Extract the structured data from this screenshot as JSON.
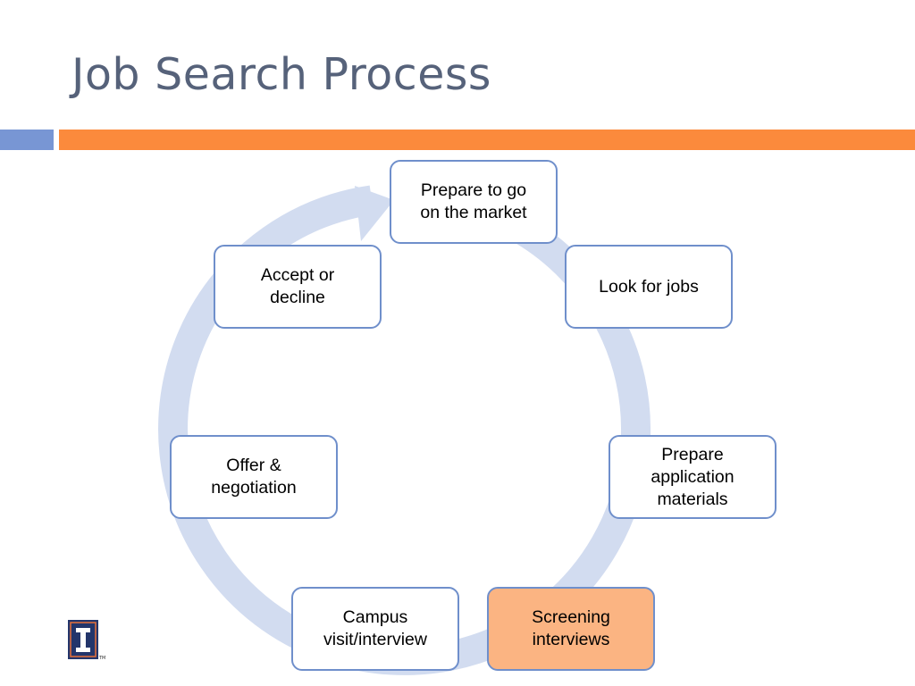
{
  "slide": {
    "title": "Job Search Process"
  },
  "cycle": {
    "nodes": [
      {
        "id": "prepare-market",
        "label": "Prepare to go\non the market",
        "highlighted": false
      },
      {
        "id": "look-jobs",
        "label": "Look for jobs",
        "highlighted": false
      },
      {
        "id": "prepare-materials",
        "label": "Prepare\napplication\nmaterials",
        "highlighted": false
      },
      {
        "id": "screening",
        "label": "Screening\ninterviews",
        "highlighted": true
      },
      {
        "id": "campus-visit",
        "label": "Campus\nvisit/interview",
        "highlighted": false
      },
      {
        "id": "offer",
        "label": "Offer &\nnegotiation",
        "highlighted": false
      },
      {
        "id": "accept",
        "label": "Accept or\ndecline",
        "highlighted": false
      }
    ]
  },
  "colors": {
    "title": "#56627a",
    "accent_blue": "#7896d4",
    "accent_orange": "#fb8a3c",
    "ring": "#d2dcf0",
    "node_border": "#6f8fcb",
    "highlight": "#fbb482"
  },
  "logo": {
    "icon": "university-block-i-logo",
    "mark": "TM"
  }
}
